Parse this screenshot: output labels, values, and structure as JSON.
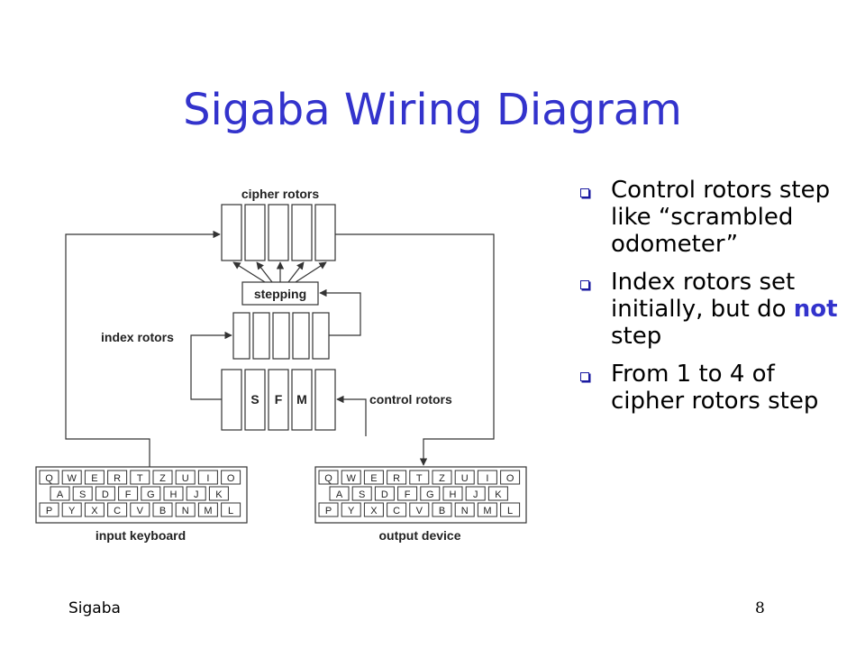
{
  "slide": {
    "title": "Sigaba Wiring Diagram",
    "footer_left": "Sigaba",
    "page_number": "8"
  },
  "bullets": [
    {
      "parts": [
        "Control rotors step like “scrambled odometer”"
      ]
    },
    {
      "parts": [
        "Index rotors set initially, but do ",
        "not",
        " step"
      ]
    },
    {
      "parts": [
        "From 1 to 4 of cipher rotors step"
      ]
    }
  ],
  "diagram": {
    "labels": {
      "cipher_rotors": "cipher rotors",
      "stepping": "stepping",
      "index_rotors": "index rotors",
      "control_rotors": "control rotors",
      "input_keyboard": "input keyboard",
      "output_device": "output device"
    },
    "control_rotor_letters": [
      "S",
      "F",
      "M"
    ],
    "keyboard_rows": [
      [
        "Q",
        "W",
        "E",
        "R",
        "T",
        "Z",
        "U",
        "I",
        "O"
      ],
      [
        "A",
        "S",
        "D",
        "F",
        "G",
        "H",
        "J",
        "K"
      ],
      [
        "P",
        "Y",
        "X",
        "C",
        "V",
        "B",
        "N",
        "M",
        "L"
      ]
    ]
  }
}
